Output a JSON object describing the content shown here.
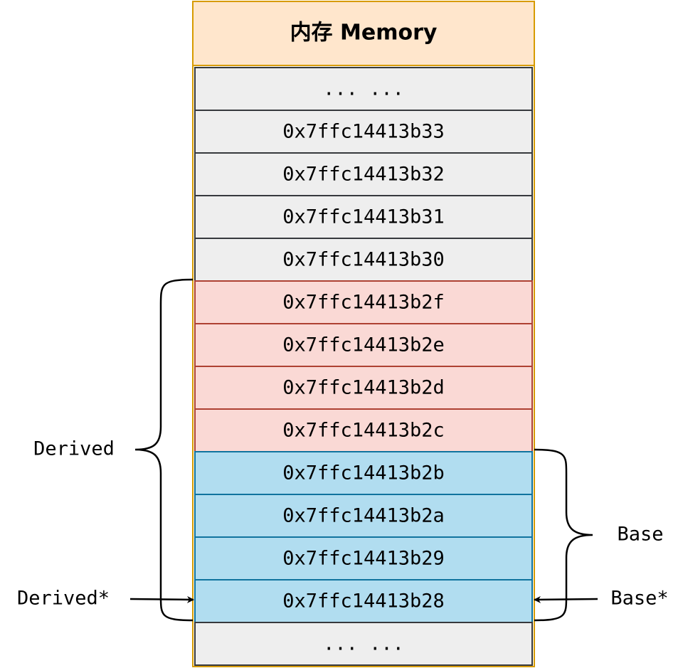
{
  "title": "内存 Memory",
  "cells": [
    {
      "label": "... ...",
      "group": "gray"
    },
    {
      "label": "0x7ffc14413b33",
      "group": "gray"
    },
    {
      "label": "0x7ffc14413b32",
      "group": "gray"
    },
    {
      "label": "0x7ffc14413b31",
      "group": "gray"
    },
    {
      "label": "0x7ffc14413b30",
      "group": "gray"
    },
    {
      "label": "0x7ffc14413b2f",
      "group": "red"
    },
    {
      "label": "0x7ffc14413b2e",
      "group": "red"
    },
    {
      "label": "0x7ffc14413b2d",
      "group": "red"
    },
    {
      "label": "0x7ffc14413b2c",
      "group": "red"
    },
    {
      "label": "0x7ffc14413b2b",
      "group": "blue"
    },
    {
      "label": "0x7ffc14413b2a",
      "group": "blue"
    },
    {
      "label": "0x7ffc14413b29",
      "group": "blue"
    },
    {
      "label": "0x7ffc14413b28",
      "group": "blue"
    },
    {
      "label": "... ...",
      "group": "gray"
    }
  ],
  "labels": {
    "derived": "Derived",
    "base": "Base",
    "derived_ptr": "Derived*",
    "base_ptr": "Base*"
  },
  "colors": {
    "title_fill": "#ffe6cc",
    "title_stroke": "#d79b00",
    "gray_fill": "#eeeeee",
    "gray_stroke": "#36393d",
    "red_fill": "#fad9d5",
    "red_stroke": "#ae4132",
    "blue_fill": "#b1ddf0",
    "blue_stroke": "#10739e"
  }
}
